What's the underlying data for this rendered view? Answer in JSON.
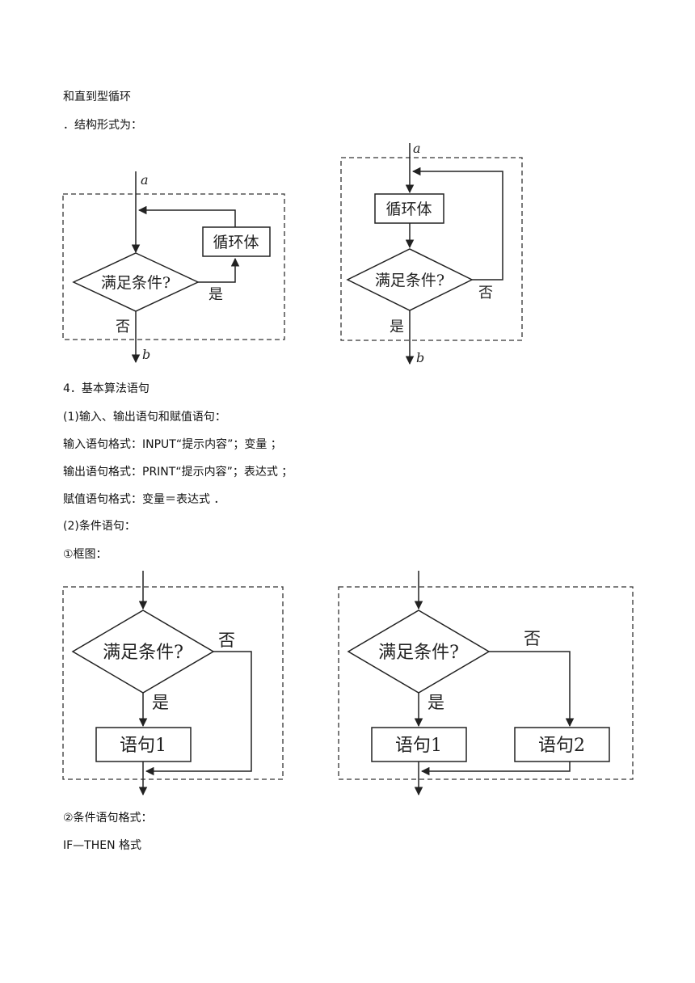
{
  "text": {
    "l1": "和直到型循环",
    "l2": "．结构形式为：",
    "l3": "4．基本算法语句",
    "l4": "(1)输入、输出语句和赋值语句：",
    "l5": "输入语句格式：INPUT“提示内容”；变量 ；",
    "l6": "输出语句格式：PRINT“提示内容”；表达式 ；",
    "l7": "赋值语句格式：变量＝表达式 ．",
    "l8": "(2)条件语句：",
    "l9": "①框图：",
    "l10": "②条件语句格式：",
    "l11": "IF—THEN 格式"
  },
  "loop_left": {
    "entry": "a",
    "exit": "b",
    "decision": "满足条件?",
    "body": "循环体",
    "yes": "是",
    "no": "否"
  },
  "loop_right": {
    "entry": "a",
    "exit": "b",
    "decision": "满足条件?",
    "body": "循环体",
    "yes": "是",
    "no": "否"
  },
  "cond_left": {
    "decision": "满足条件?",
    "yes": "是",
    "no": "否",
    "stmt1": "语句1"
  },
  "cond_right": {
    "decision": "满足条件?",
    "yes": "是",
    "no": "否",
    "stmt1": "语句1",
    "stmt2": "语句2"
  }
}
